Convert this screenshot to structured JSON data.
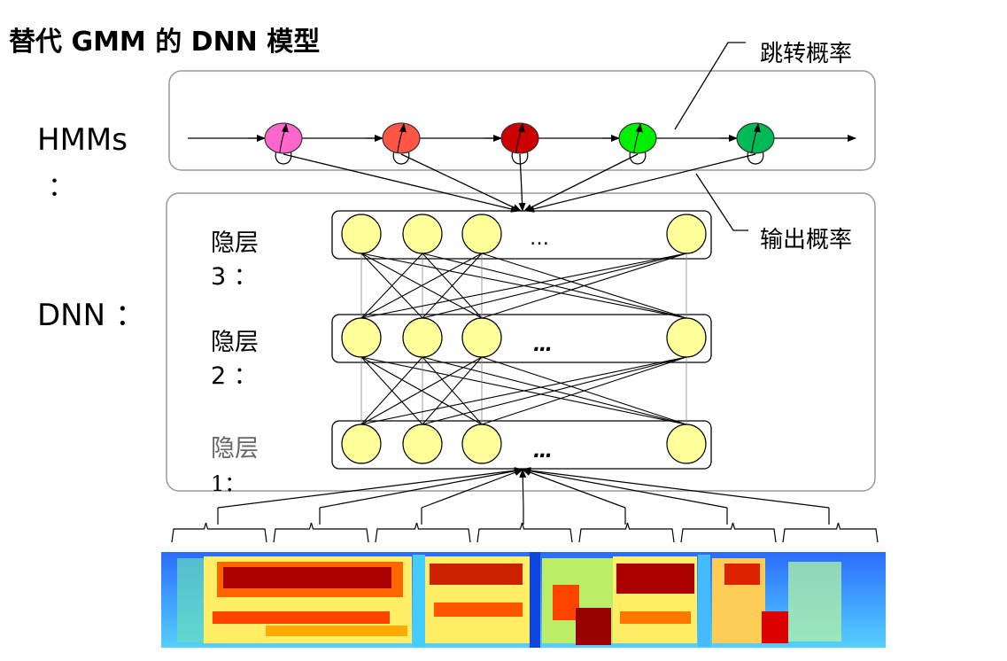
{
  "title": "替代 GMM 的 DNN 模型",
  "hmm": {
    "label": "HMMs",
    "colon": "：",
    "transition_label": "跳转概率",
    "state_colors": [
      "#ff66cc",
      "#ff5544",
      "#cc0000",
      "#00ee00",
      "#00bb55"
    ]
  },
  "dnn": {
    "label": "DNN ：",
    "output_label": "输出概率",
    "ellipsis": "…",
    "layers": [
      {
        "name": "隐层",
        "num": "3 ："
      },
      {
        "name": "隐层",
        "num": "2 ："
      },
      {
        "name": "隐层",
        "num": "1："
      }
    ],
    "neuron_color": "#ffff99"
  },
  "input": {
    "frame_count": 7
  }
}
